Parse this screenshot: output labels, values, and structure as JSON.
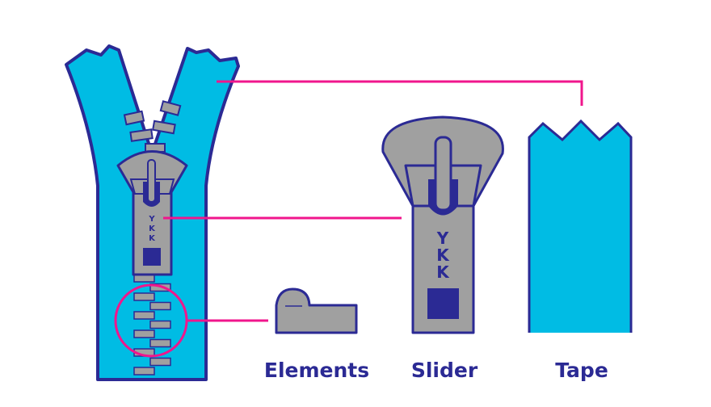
{
  "labels": {
    "elements": "Elements",
    "slider": "Slider",
    "tape": "Tape"
  },
  "brand": {
    "letters": [
      "Y",
      "K",
      "K"
    ]
  },
  "colors": {
    "tape": "#00BCE4",
    "outline": "#2B2A94",
    "metal": "#A0A0A0",
    "callout": "#F0168C",
    "text": "#2B2A94"
  }
}
